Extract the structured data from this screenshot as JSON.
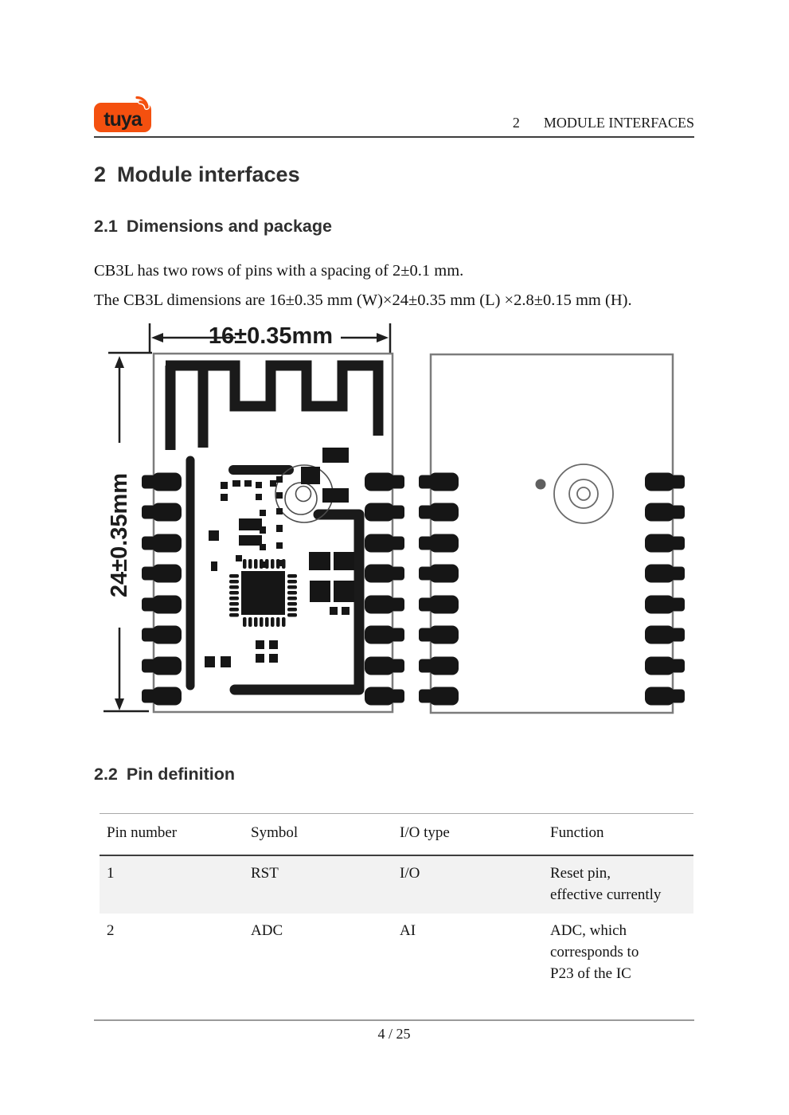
{
  "colors": {
    "brand": "#F4500F"
  },
  "header": {
    "logo_text": "tuya",
    "chapter_number": "2",
    "chapter_title": "MODULE INTERFACES"
  },
  "headings": {
    "h1": {
      "number": "2",
      "title": "Module interfaces"
    },
    "h21": {
      "number": "2.1",
      "title": "Dimensions and package"
    },
    "h22": {
      "number": "2.2",
      "title": "Pin definition"
    }
  },
  "paragraphs": {
    "p1": "CB3L has two rows of pins with a spacing of 2±0.1 mm.",
    "p2": "The CB3L dimensions are 16±0.35 mm (W)×24±0.35 mm (L) ×2.8±0.15 mm (H)."
  },
  "figure": {
    "width_label": "16±0.35mm",
    "height_label": "24±0.35mm"
  },
  "table": {
    "headers": [
      "Pin number",
      "Symbol",
      "I/O type",
      "Function"
    ],
    "rows": [
      {
        "pin": "1",
        "symbol": "RST",
        "io": "I/O",
        "function": "Reset pin,\neffective currently"
      },
      {
        "pin": "2",
        "symbol": "ADC",
        "io": "AI",
        "function": "ADC, which\ncorresponds to\nP23 of the IC"
      }
    ]
  },
  "footer": {
    "page": "4 / 25"
  }
}
